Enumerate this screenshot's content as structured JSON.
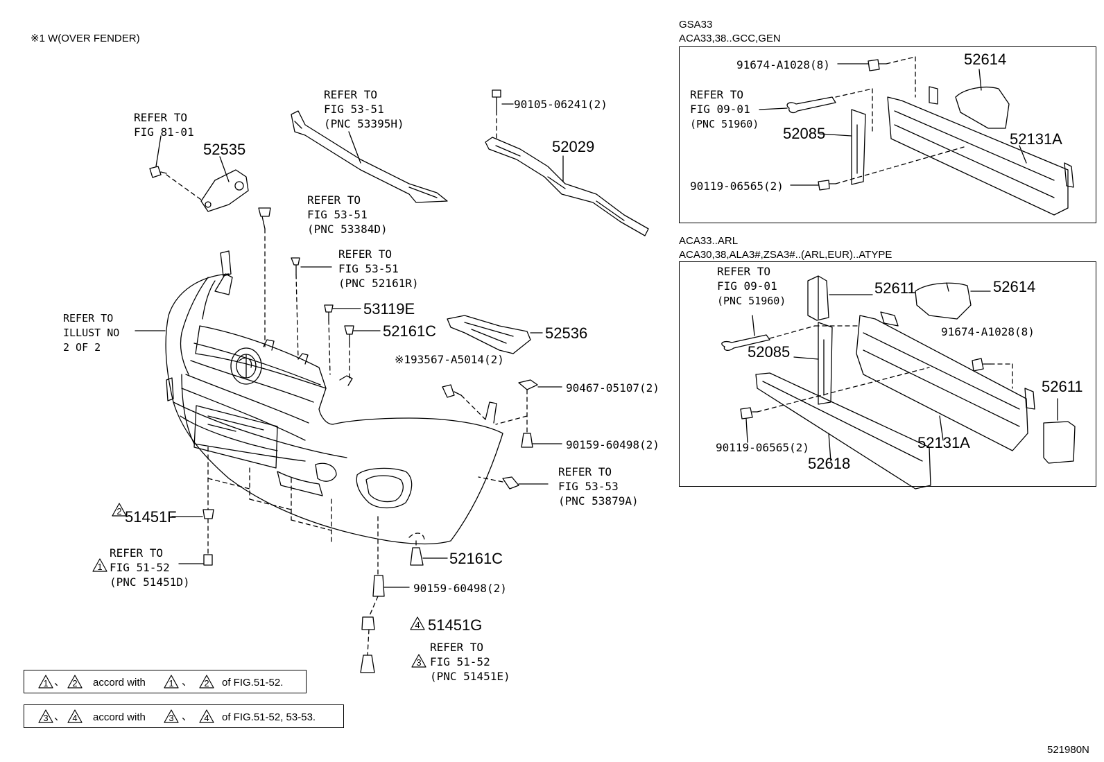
{
  "note_top": "※1 W(OVER FENDER)",
  "headers": {
    "box1_line1": "GSA33",
    "box1_line2": "ACA33,38..GCC,GEN",
    "box2_line1": "ACA33..ARL",
    "box2_line2": "ACA30,38,ALA3#,ZSA3#..(ARL,EUR)..ATYPE"
  },
  "refs": {
    "ref_81_01": [
      "REFER TO",
      "FIG 81-01"
    ],
    "ref_53395h": [
      "REFER TO",
      "FIG 53-51",
      "(PNC 53395H)"
    ],
    "ref_53384d": [
      "REFER TO",
      "FIG 53-51",
      "(PNC 53384D)"
    ],
    "ref_52161r": [
      "REFER TO",
      "FIG 53-51",
      "(PNC 52161R)"
    ],
    "ref_illust": [
      "REFER TO",
      "ILLUST NO",
      "2 OF 2"
    ],
    "ref_53879a": [
      "REFER TO",
      "FIG 53-53",
      "(PNC 53879A)"
    ],
    "ref_51451d": [
      "REFER TO",
      "FIG 51-52",
      "(PNC 51451D)"
    ],
    "ref_51451e": [
      "REFER TO",
      "FIG 51-52",
      "(PNC 51451E)"
    ],
    "ref_51960_a": [
      "REFER TO",
      "FIG 09-01",
      "(PNC 51960)"
    ],
    "ref_51960_b": [
      "REFER TO",
      "FIG 09-01",
      "(PNC 51960)"
    ]
  },
  "parts": {
    "p52535": "52535",
    "p52029": "52029",
    "p90105": "90105-06241(2)",
    "p53119e": "53119E",
    "p52161c_a": "52161C",
    "p52536": "52536",
    "p93567": "※193567-A5014(2)",
    "p90467": "90467-05107(2)",
    "p90159_a": "90159-60498(2)",
    "p51451f": "51451F",
    "p52161c_b": "52161C",
    "p90159_b": "90159-60498(2)",
    "p51451g": "51451G",
    "b1_91674": "91674-A1028(8)",
    "b1_52614": "52614",
    "b1_52085": "52085",
    "b1_52131a": "52131A",
    "b1_90119": "90119-06565(2)",
    "b2_52611_a": "52611",
    "b2_52614": "52614",
    "b2_91674": "91674-A1028(8)",
    "b2_52085": "52085",
    "b2_52611_b": "52611",
    "b2_90119": "90119-06565(2)",
    "b2_52131a": "52131A",
    "b2_52618": "52618"
  },
  "triangles": {
    "t1": "1",
    "t2": "2",
    "t3": "3",
    "t4": "4"
  },
  "legend": {
    "row1_mid": "accord with",
    "row1_end": "of FIG.51-52.",
    "row2_mid": "accord with",
    "row2_end": "of FIG.51-52, 53-53.",
    "sep": "、"
  },
  "footer_code": "521980N"
}
